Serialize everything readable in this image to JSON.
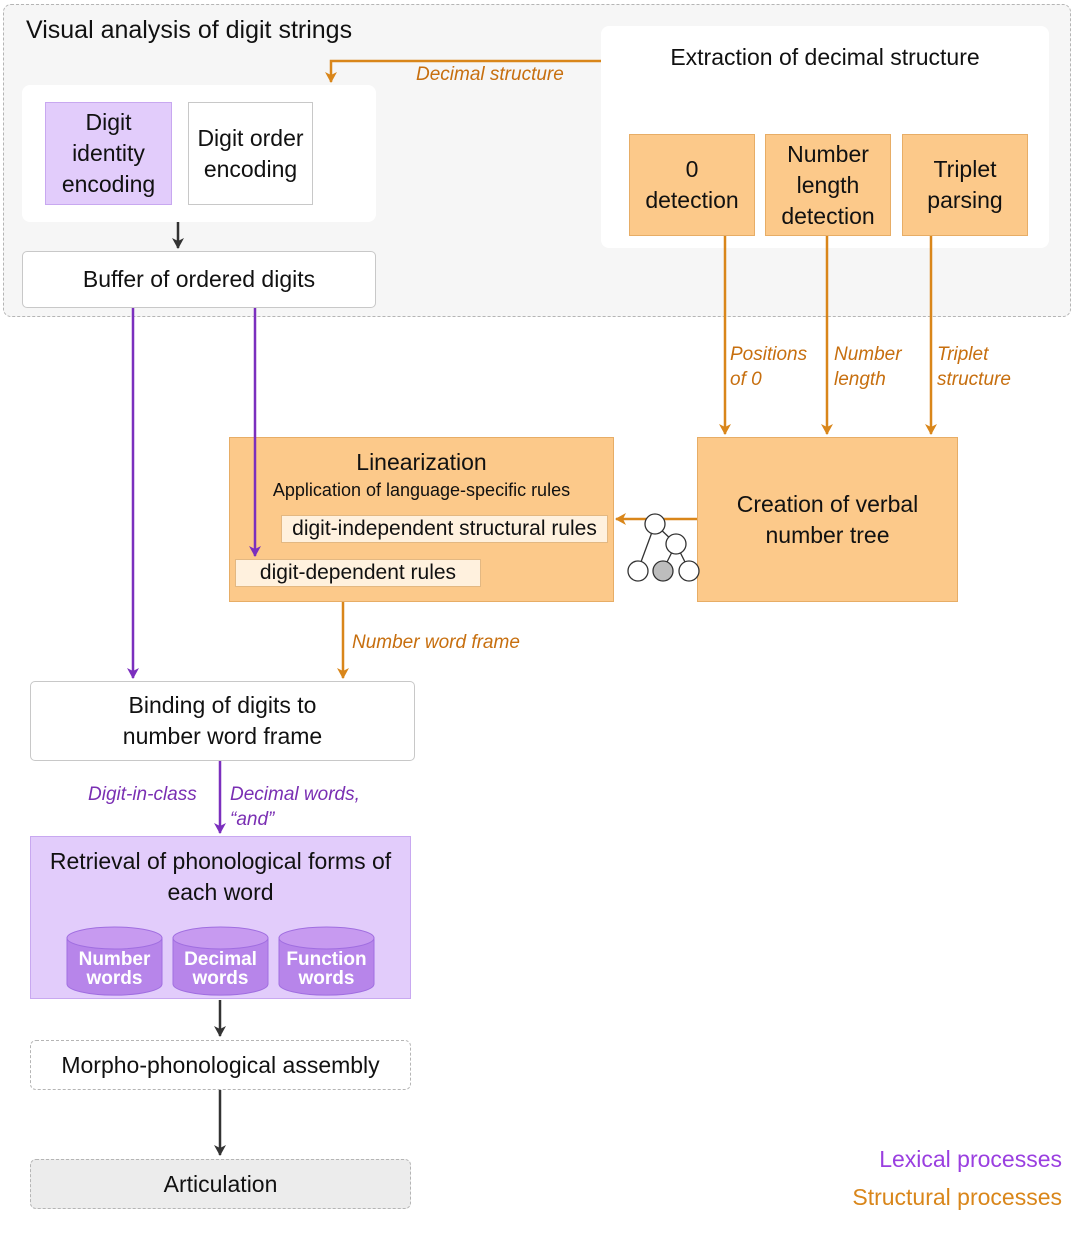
{
  "visual_module": {
    "title": "Visual analysis of digit strings",
    "digit_identity": "Digit identity encoding",
    "digit_order": "Digit order encoding",
    "buffer": "Buffer of ordered digits",
    "decimal_structure_label": "Decimal structure"
  },
  "extraction": {
    "title": "Extraction of decimal structure",
    "zero_detection": "0 detection",
    "length_detection": "Number length detection",
    "triplet_parsing": "Triplet parsing"
  },
  "arrow_labels": {
    "positions_of_0": "Positions of 0",
    "number_length": "Number length",
    "triplet_structure": "Triplet structure",
    "number_word_frame": "Number word frame",
    "digit_in_class": "Digit-in-class",
    "decimal_words_and": "Decimal words, “and”"
  },
  "linearization": {
    "title": "Linearization",
    "subtitle": "Application of language-specific rules",
    "digit_independent": "digit-independent structural rules",
    "digit_dependent": "digit-dependent rules"
  },
  "tree_box": {
    "title": "Creation of verbal number tree"
  },
  "binding": {
    "title": "Binding of digits to number word frame"
  },
  "retrieval": {
    "title": "Retrieval of phonological forms of each word",
    "stores": [
      "Number words",
      "Decimal words",
      "Function words"
    ]
  },
  "assembly": "Morpho-phonological assembly",
  "articulation": "Articulation",
  "legend": {
    "lexical": "Lexical processes",
    "structural": "Structural processes"
  },
  "colors": {
    "structural_accent": "#d9861a",
    "lexical_accent": "#7b2fbe",
    "orange_fill": "#fcc98a",
    "purple_fill": "#e2ccfb",
    "cylinder_fill": "#b785ea"
  }
}
